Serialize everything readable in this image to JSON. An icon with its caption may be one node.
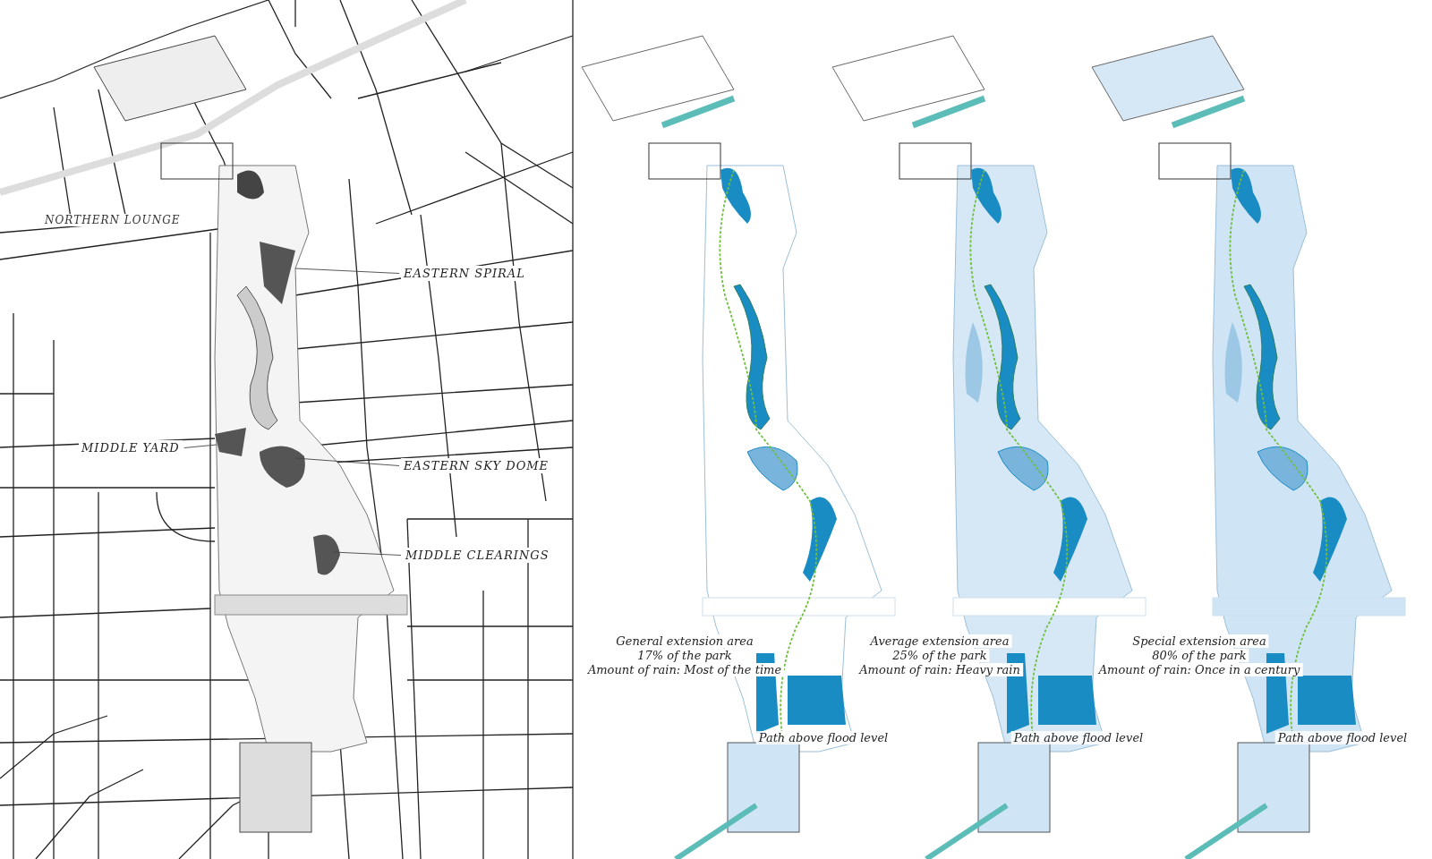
{
  "diagram": {
    "nodes": [
      {
        "text": [
          "EASTERN SPIRAL"
        ]
      },
      {
        "text": [
          "MIDDLE YARD"
        ]
      },
      {
        "text": [
          "EASTERN SKY DOME"
        ]
      },
      {
        "text": [
          "MIDDLE CLEARINGS"
        ]
      }
    ],
    "edges": [
      {
        "from": 0,
        "to": null,
        "arrow": "none"
      },
      {
        "from": 1,
        "to": null,
        "arrow": "none"
      },
      {
        "from": 2,
        "to": null,
        "arrow": "none"
      },
      {
        "from": 3,
        "to": null,
        "arrow": "none"
      }
    ],
    "labels": [
      "NORTHERN LOUNGE",
      "General extension area",
      "17% of the park",
      "Amount of rain: Most of the time",
      "Average extension area",
      "25% of the park",
      "Amount of rain: Heavy rain",
      "Special extension area",
      "80% of the park",
      "Amount of rain: Once in a century",
      "Path above flood level",
      "Path above flood level",
      "Path above flood level"
    ]
  }
}
